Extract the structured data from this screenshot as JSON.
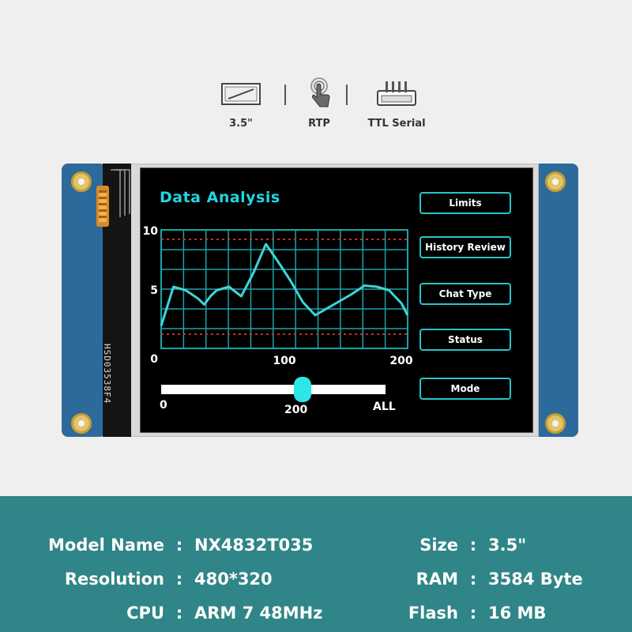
{
  "features": [
    {
      "label": "3.5\"",
      "icon": "screen-size-icon"
    },
    {
      "label": "RTP",
      "icon": "touch-finger-icon"
    },
    {
      "label": "TTL Serial",
      "icon": "serial-connector-icon"
    }
  ],
  "board": {
    "print_code": "HSD03538F4"
  },
  "screen": {
    "title": "Data Analysis",
    "buttons": [
      "Limits",
      "History Review",
      "Chat Type",
      "Status",
      "Mode"
    ],
    "slider": {
      "min_label": "0",
      "value_label": "200",
      "max_label": "ALL",
      "value_fraction": 0.63
    }
  },
  "chart_data": {
    "type": "line",
    "x": [
      0,
      10,
      20,
      30,
      35,
      40,
      45,
      55,
      65,
      75,
      85,
      95,
      105,
      115,
      125,
      135,
      145,
      155,
      165,
      175,
      185,
      195,
      200
    ],
    "values": [
      1.9,
      5.2,
      4.9,
      4.2,
      3.7,
      4.4,
      4.9,
      5.2,
      4.4,
      6.4,
      8.8,
      7.3,
      5.7,
      3.9,
      2.8,
      3.4,
      4.0,
      4.6,
      5.3,
      5.2,
      4.9,
      3.8,
      2.8
    ],
    "xlim": [
      0,
      200
    ],
    "ylim": [
      0,
      10
    ],
    "x_ticks": [
      "0",
      "100",
      "200"
    ],
    "y_ticks": [
      "0",
      "5",
      "10"
    ],
    "y_tick_values": [
      0,
      5,
      10
    ],
    "x_tick_values": [
      0,
      100,
      200
    ],
    "reference_lines": [
      1.2,
      9.2
    ],
    "grid": true,
    "colors": {
      "line": "#3fd4d6",
      "grid": "#1aa3aa",
      "reference": "#c2302f"
    }
  },
  "specs": [
    {
      "key": "Model Name",
      "value": "NX4832T035"
    },
    {
      "key": "Size",
      "value": "3.5\""
    },
    {
      "key": "Resolution",
      "value": "480*320"
    },
    {
      "key": "RAM",
      "value": "3584 Byte"
    },
    {
      "key": "CPU",
      "value": "ARM 7 48MHz"
    },
    {
      "key": "Flash",
      "value": "16 MB"
    }
  ],
  "colors": {
    "spec_panel": "#2f8587",
    "accent": "#22d6e0",
    "pcb": "#2c6a9b"
  }
}
